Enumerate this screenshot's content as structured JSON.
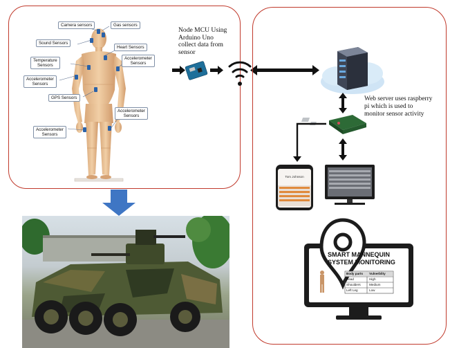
{
  "mannequin_panel": {
    "sensors": {
      "camera": "Camera sensors",
      "gas": "Gas sensors",
      "sound": "Sound Sensors",
      "heart": "Heart Sensors",
      "temperature_line1": "Temperature",
      "temperature_line2": "Sensors",
      "accel_right_upper_line1": "Accelerometer",
      "accel_right_upper_line2": "Sensors",
      "accel_left_upper_line1": "Accelerometer",
      "accel_left_upper_line2": "Sensors",
      "gps": "GPS Sensors",
      "accel_right_lower_line1": "Accelerometer",
      "accel_right_lower_line2": "Sensors",
      "accel_left_lower_line1": "Accelerometer",
      "accel_left_lower_line2": "Sensors"
    },
    "nodemcu_caption": {
      "line1": "Node MCU Using",
      "line2": "Arduino Uno",
      "line3": "collect data from",
      "line4": "sensor"
    }
  },
  "monitoring_panel": {
    "webserver_caption": {
      "line1": "Web server uses raspberry",
      "line2": "pi which is used to",
      "line3": "monitor sensor activity"
    },
    "phone_screen_name": "Tom Johnson",
    "dashboard": {
      "title_line1": "SMART MANNEQUIN",
      "title_line2": "SYSTEM MONITORING",
      "table_headers": [
        "Body parts",
        "Vulnerblity"
      ],
      "table_rows": [
        [
          "Head",
          "High"
        ],
        [
          "Shoulders",
          "Medium"
        ],
        [
          "Left Leg",
          "Low"
        ]
      ]
    }
  },
  "colors": {
    "panel_border": "#c0392b",
    "arrow_blue": "#3f76c4",
    "callout_border": "#7f8fa6",
    "sensor_blue": "#2a62a8",
    "dashboard_dark": "#1c1c1c",
    "camo_green": "#4e5a34"
  },
  "icons": {
    "wifi": "wifi-icon",
    "server": "cloud-server-icon",
    "raspberry_pi": "raspberry-pi-icon",
    "arduino": "arduino-board-icon",
    "phone": "smartphone-icon",
    "monitor": "desktop-monitor-icon",
    "location_pin": "location-pin-icon",
    "vehicle": "armored-vehicle-image"
  }
}
